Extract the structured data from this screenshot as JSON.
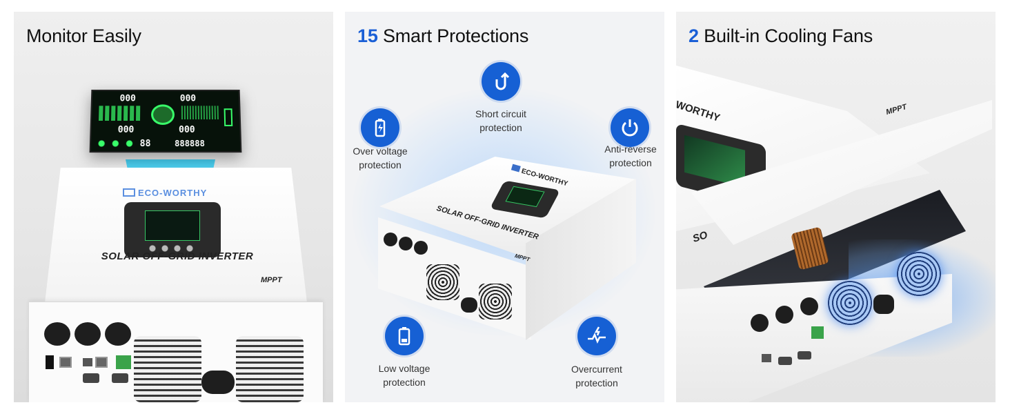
{
  "panels": [
    {
      "title": "Monitor Easily",
      "brand": "ECO-WORTHY",
      "product": "SOLAR OFF-GRID INVERTER",
      "badge": "MPPT",
      "lcd": {
        "top_left": "000",
        "top_right": "000",
        "mid_left": "000",
        "mid_right": "000",
        "bottom_left": "88",
        "bottom_right": "888888"
      }
    },
    {
      "title_num": "15",
      "title_text": "Smart Protections",
      "brand": "ECO-WORTHY",
      "product": "SOLAR OFF-GRID INVERTER",
      "badge": "MPPT",
      "protections": [
        {
          "line1": "Short circuit",
          "line2": "protection",
          "icon": "short-circuit-icon"
        },
        {
          "line1": "Over voltage",
          "line2": "protection",
          "icon": "battery-bolt-icon"
        },
        {
          "line1": "Anti-reverse",
          "line2": "protection",
          "icon": "power-icon"
        },
        {
          "line1": "Low voltage",
          "line2": "protection",
          "icon": "battery-low-icon"
        },
        {
          "line1": "Overcurrent",
          "line2": "protection",
          "icon": "current-spike-icon"
        }
      ]
    },
    {
      "title_num": "2",
      "title_text": "Built-in Cooling Fans",
      "brand": "WORTHY",
      "product_fragment": "SO",
      "badge": "MPPT"
    }
  ],
  "colors": {
    "accent": "#1660d4",
    "lcd_green": "#39ff6a",
    "beam": "#35d6f0"
  }
}
